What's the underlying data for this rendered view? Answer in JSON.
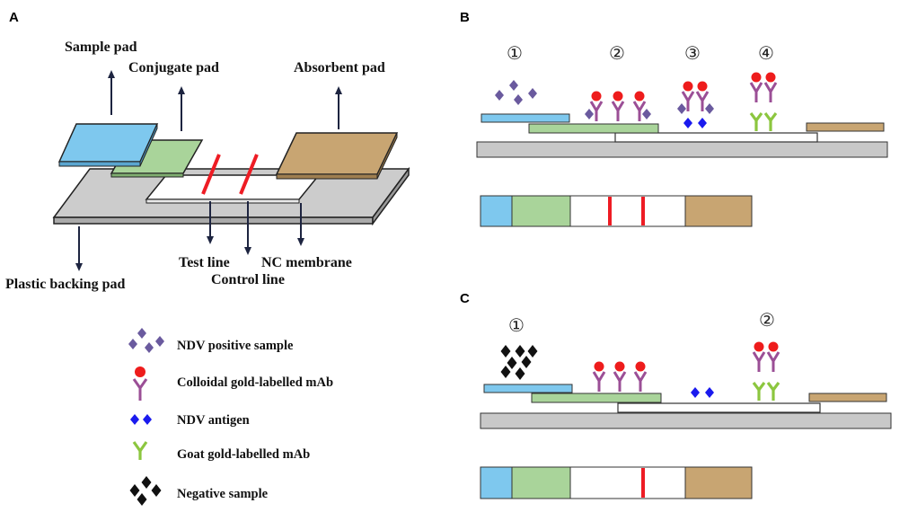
{
  "panels": {
    "a": "A",
    "b": "B",
    "c": "C"
  },
  "labels": {
    "sample_pad": "Sample pad",
    "conjugate_pad": "Conjugate pad",
    "absorbent_pad": "Absorbent pad",
    "plastic_backing_pad": "Plastic backing pad",
    "test_line": "Test line",
    "control_line": "Control line",
    "nc_membrane": "NC membrane"
  },
  "legend": {
    "ndv_positive_sample": "NDV positive sample",
    "colloidal_gold_mab": "Colloidal gold-labelled mAb",
    "ndv_antigen": "NDV antigen",
    "goat_gold_mab": "Goat gold-labelled mAb",
    "negative_sample": "Negative sample"
  },
  "steps_b": [
    "①",
    "②",
    "③",
    "④"
  ],
  "steps_c": [
    "①",
    "②"
  ],
  "colors": {
    "sample_pad": "#7ec8ee",
    "conjugate_pad": "#a9d49a",
    "absorbent_pad": "#c8a572",
    "backing": "#c8c8c8",
    "line_red": "#ee1c24",
    "antibody": "#9b4f96",
    "gold": "#ee1c1c",
    "antigen_blue": "#1a1aee",
    "goat_green": "#8cc63f",
    "positive_sample": "#6a5a9e",
    "negative_sample": "#111111",
    "arrow": "#1d2440"
  }
}
